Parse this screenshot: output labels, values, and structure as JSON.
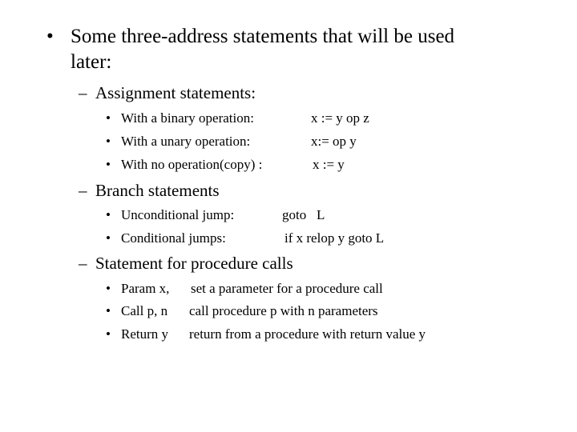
{
  "bullets": {
    "l1": "•",
    "l2": "–",
    "l3": "•"
  },
  "intro": {
    "line1": "Some three-address statements that will be used",
    "line2": "later:"
  },
  "assignment": {
    "heading": "Assignment statements:",
    "items": [
      {
        "label": "With a binary operation:",
        "code": "x := y op z"
      },
      {
        "label": "With a unary operation:",
        "code": "x:= op y"
      },
      {
        "label": "With no operation(copy) :",
        "code": "x := y"
      }
    ]
  },
  "branch": {
    "heading": "Branch statements",
    "items": [
      {
        "label": "Unconditional jump:",
        "code": "goto   L"
      },
      {
        "label": "Conditional jumps:",
        "code": "if x relop y goto L"
      }
    ]
  },
  "procedure": {
    "heading": "Statement for procedure calls",
    "items": [
      {
        "label": "Param x,",
        "desc": "set a parameter for a procedure call"
      },
      {
        "label": "Call p, n",
        "desc": "call procedure p with n parameters"
      },
      {
        "label": "Return y",
        "desc": "return from a procedure with return value y"
      }
    ]
  }
}
